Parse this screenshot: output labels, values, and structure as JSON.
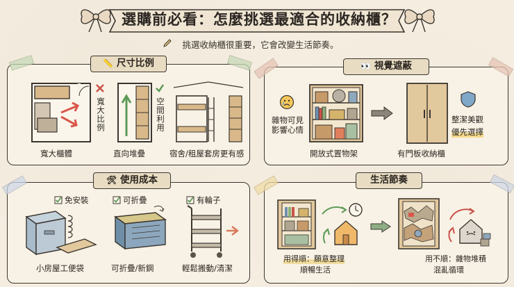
{
  "header": {
    "title": "選購前必看：怎麼挑選最適合的收納櫃？",
    "subtitle": "挑選收納櫃很重要，它會改變生活節奏。"
  },
  "panels": {
    "size": {
      "title": "尺寸比例",
      "title_icon": "ruler-icon",
      "labels": [
        "寬大櫃體",
        "直向堆疊",
        "宿舍/租屋套房更有感"
      ],
      "bad_text": "寬大比例",
      "good_text": "空間利用"
    },
    "visual": {
      "title": "視覺遮蔽",
      "title_icon": "eyes-icon",
      "worry_text": "雜物可見影響心情",
      "labels": [
        "開放式置物架",
        "有門板收納櫃"
      ],
      "clean_text": "整潔美觀",
      "priority_text": "優先選擇"
    },
    "cost": {
      "title": "使用成本",
      "title_icon": "tools-icon",
      "checks": [
        "免安裝",
        "可折疊",
        "有輪子"
      ],
      "labels": [
        "小房屋工便袋",
        "可折疊/新鋼",
        "輕鬆搬動/清潔"
      ]
    },
    "rhythm": {
      "title": "生活節奏",
      "good_line1": "用得順：願意整理",
      "good_line2": "順暢生活",
      "bad_line1": "用不順：雜物堆積",
      "bad_line2": "混亂循環"
    }
  },
  "colors": {
    "background": "#f4ede0",
    "panel": "#f8f2e6",
    "ink": "#3b352f",
    "wood": "#d9b98a",
    "green": "#5e9a57",
    "red": "#c9534a",
    "highlight": "#f5d98c"
  }
}
